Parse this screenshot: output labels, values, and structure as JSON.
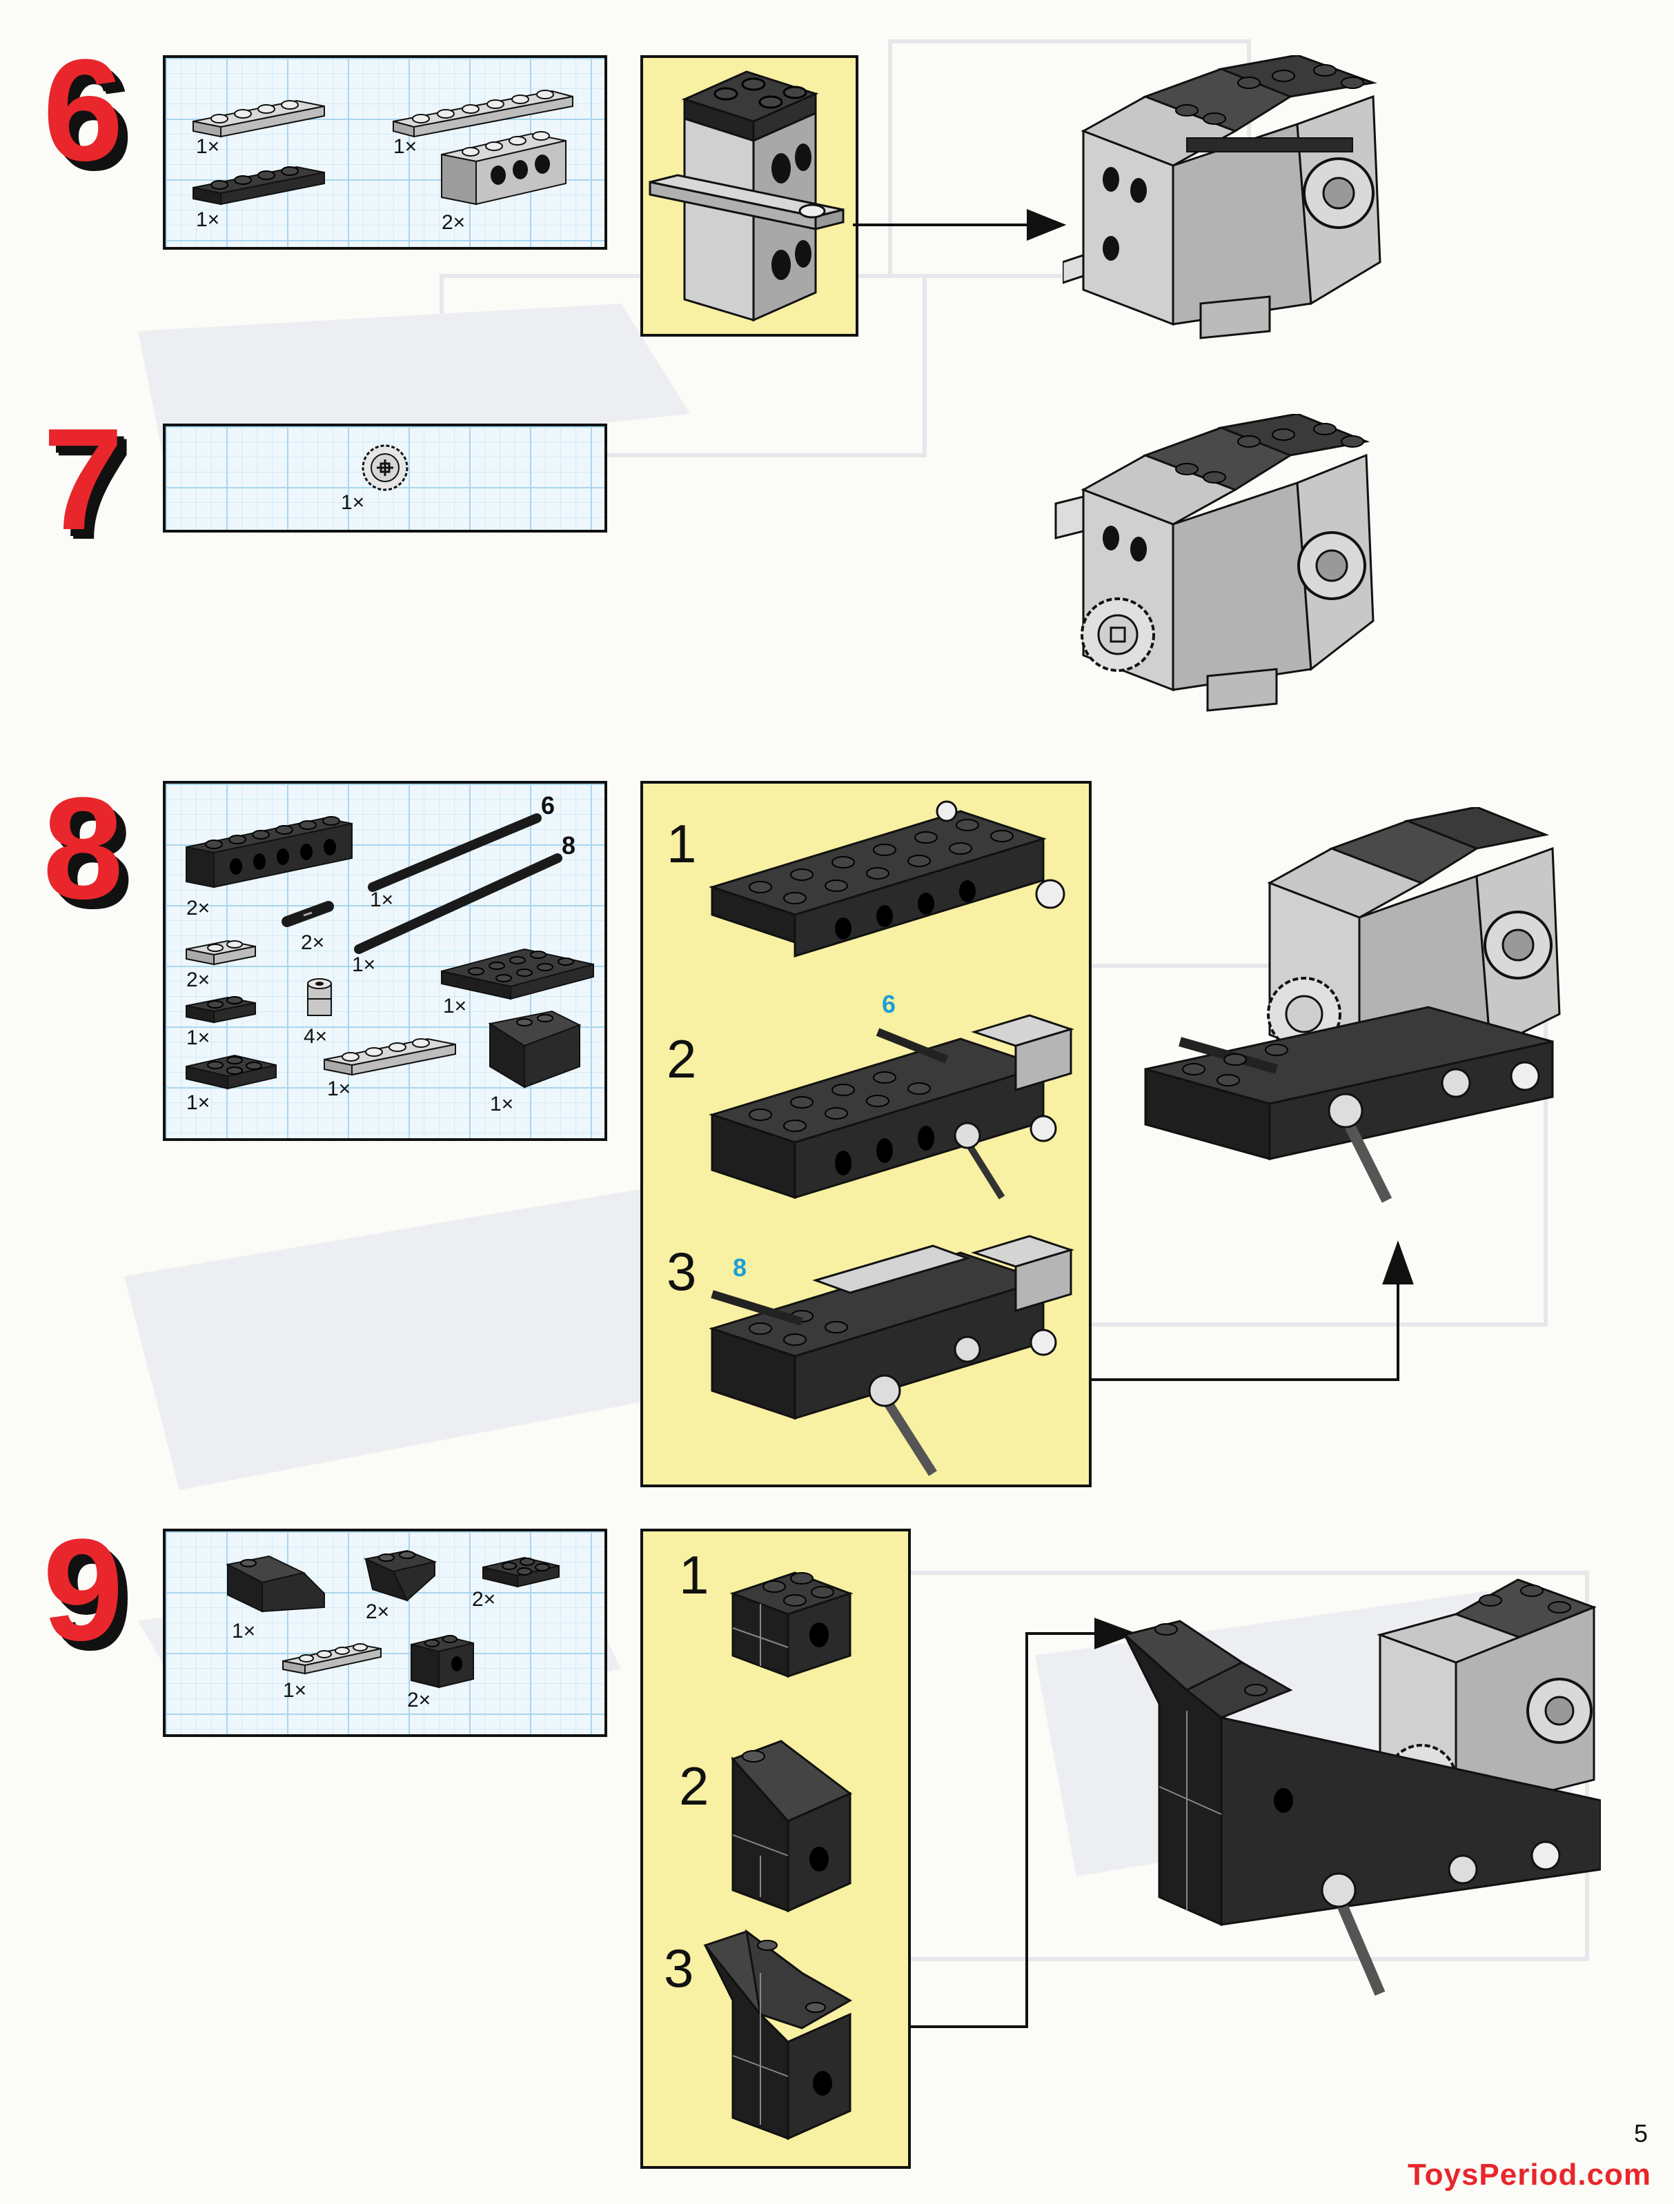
{
  "steps": [
    {
      "number": "6",
      "parts": [
        {
          "qty": "1×",
          "name": "light-gray-plate-1x4"
        },
        {
          "qty": "1×",
          "name": "light-gray-plate-1x6"
        },
        {
          "qty": "1×",
          "name": "black-plate-1x4"
        },
        {
          "qty": "2×",
          "name": "light-gray-technic-brick-1x4"
        }
      ]
    },
    {
      "number": "7",
      "parts": [
        {
          "qty": "1×",
          "name": "light-gray-gear-24-tooth"
        }
      ]
    },
    {
      "number": "8",
      "parts": [
        {
          "qty": "2×",
          "name": "black-technic-brick-1x6"
        },
        {
          "qty": "1×",
          "name": "black-axle-6"
        },
        {
          "qty": "1×",
          "name": "black-axle-8"
        },
        {
          "qty": "2×",
          "name": "black-axle-pin"
        },
        {
          "qty": "2×",
          "name": "light-gray-plate-1x2"
        },
        {
          "qty": "1×",
          "name": "black-plate-2x4"
        },
        {
          "qty": "4×",
          "name": "light-gray-bush"
        },
        {
          "qty": "1×",
          "name": "black-plate-1x2"
        },
        {
          "qty": "1×",
          "name": "black-plate-2x2"
        },
        {
          "qty": "1×",
          "name": "light-gray-plate-1x4"
        },
        {
          "qty": "1×",
          "name": "black-slope-2x2"
        }
      ],
      "substeps": [
        "1",
        "2",
        "3"
      ],
      "axle_labels": [
        "6",
        "8"
      ],
      "axle_label_colors": {
        "numbers": "#111111",
        "callouts": "#1b9fd6"
      }
    },
    {
      "number": "9",
      "parts": [
        {
          "qty": "1×",
          "name": "black-slope-2x2"
        },
        {
          "qty": "2×",
          "name": "black-inverted-slope"
        },
        {
          "qty": "2×",
          "name": "black-plate-2x2"
        },
        {
          "qty": "1×",
          "name": "light-gray-plate-1x4"
        },
        {
          "qty": "2×",
          "name": "black-technic-brick-1x2"
        }
      ],
      "substeps": [
        "1",
        "2",
        "3"
      ]
    }
  ],
  "page_number": "5",
  "watermark": "ToysPeriod.com",
  "colors": {
    "step_number": "#e8262b",
    "callout_yellow": "#f8f0a2",
    "grid_blue": "#a9d6ee",
    "brick_dark": "#2b2b2b",
    "brick_light": "#c9c9c9"
  }
}
